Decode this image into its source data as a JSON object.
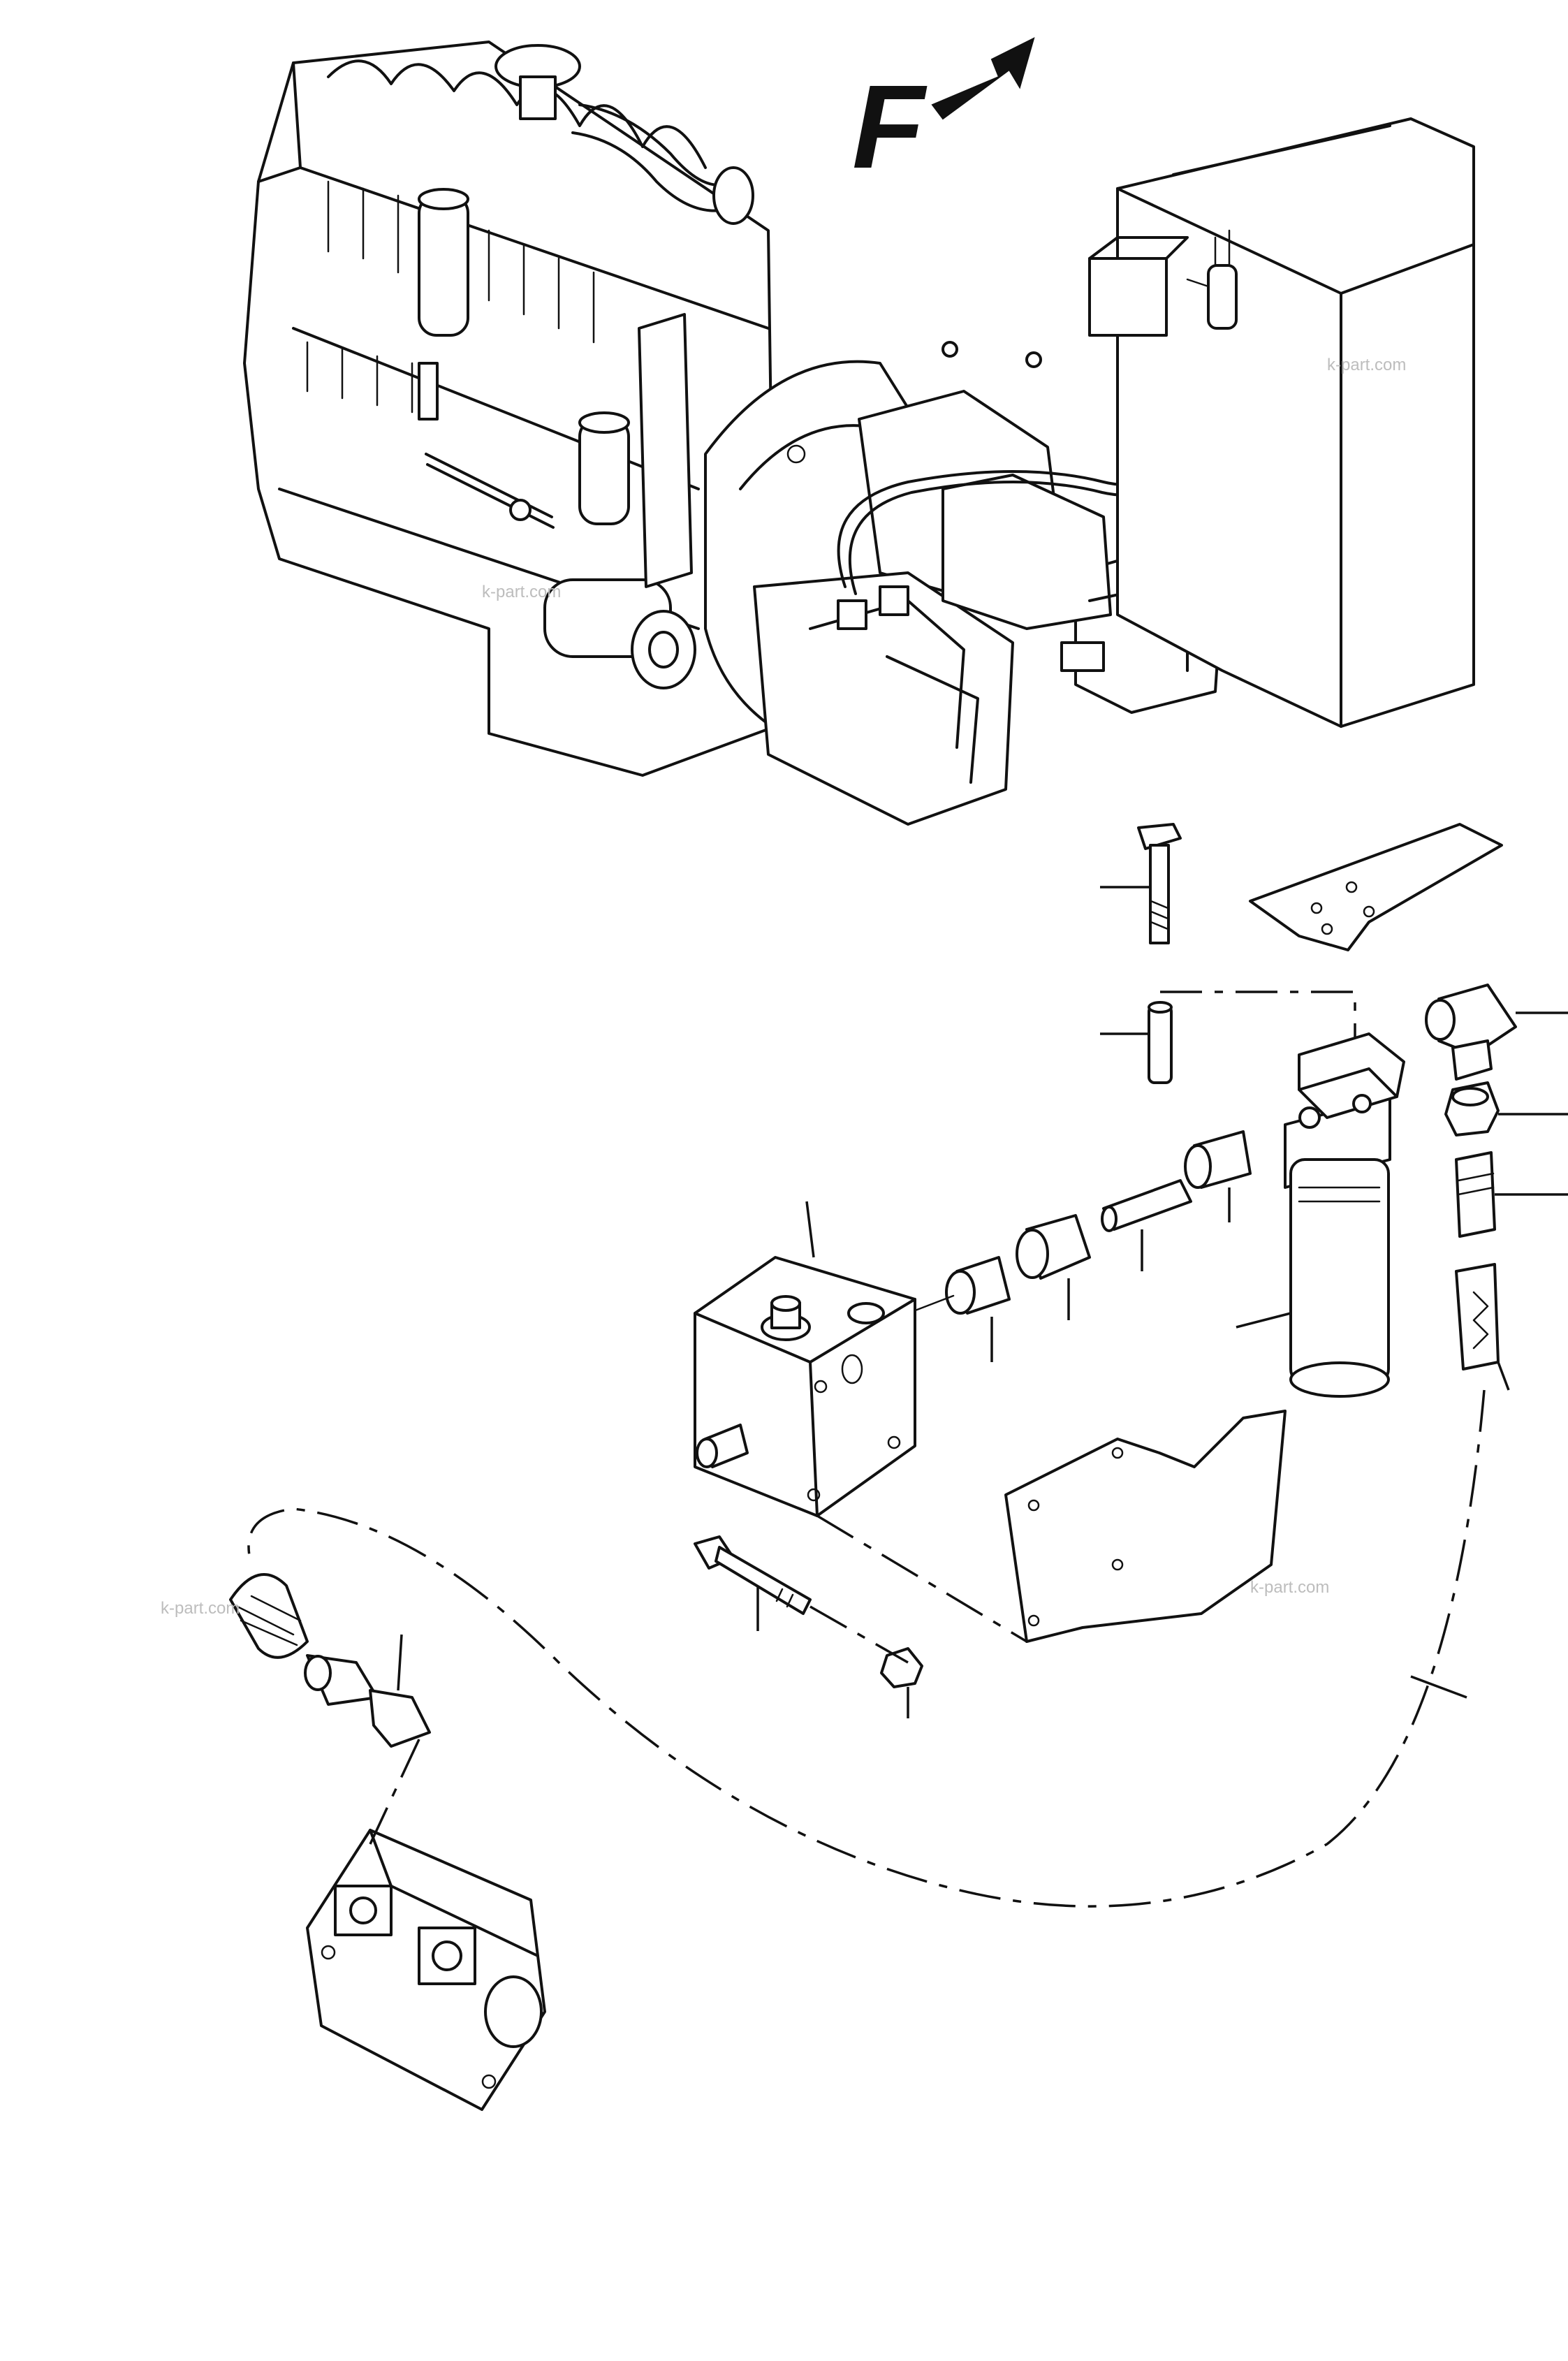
{
  "diagram": {
    "direction_label": "F",
    "watermarks": [
      "k-part.com",
      "k-part.com",
      "k-part.com",
      "k-part.com"
    ]
  }
}
